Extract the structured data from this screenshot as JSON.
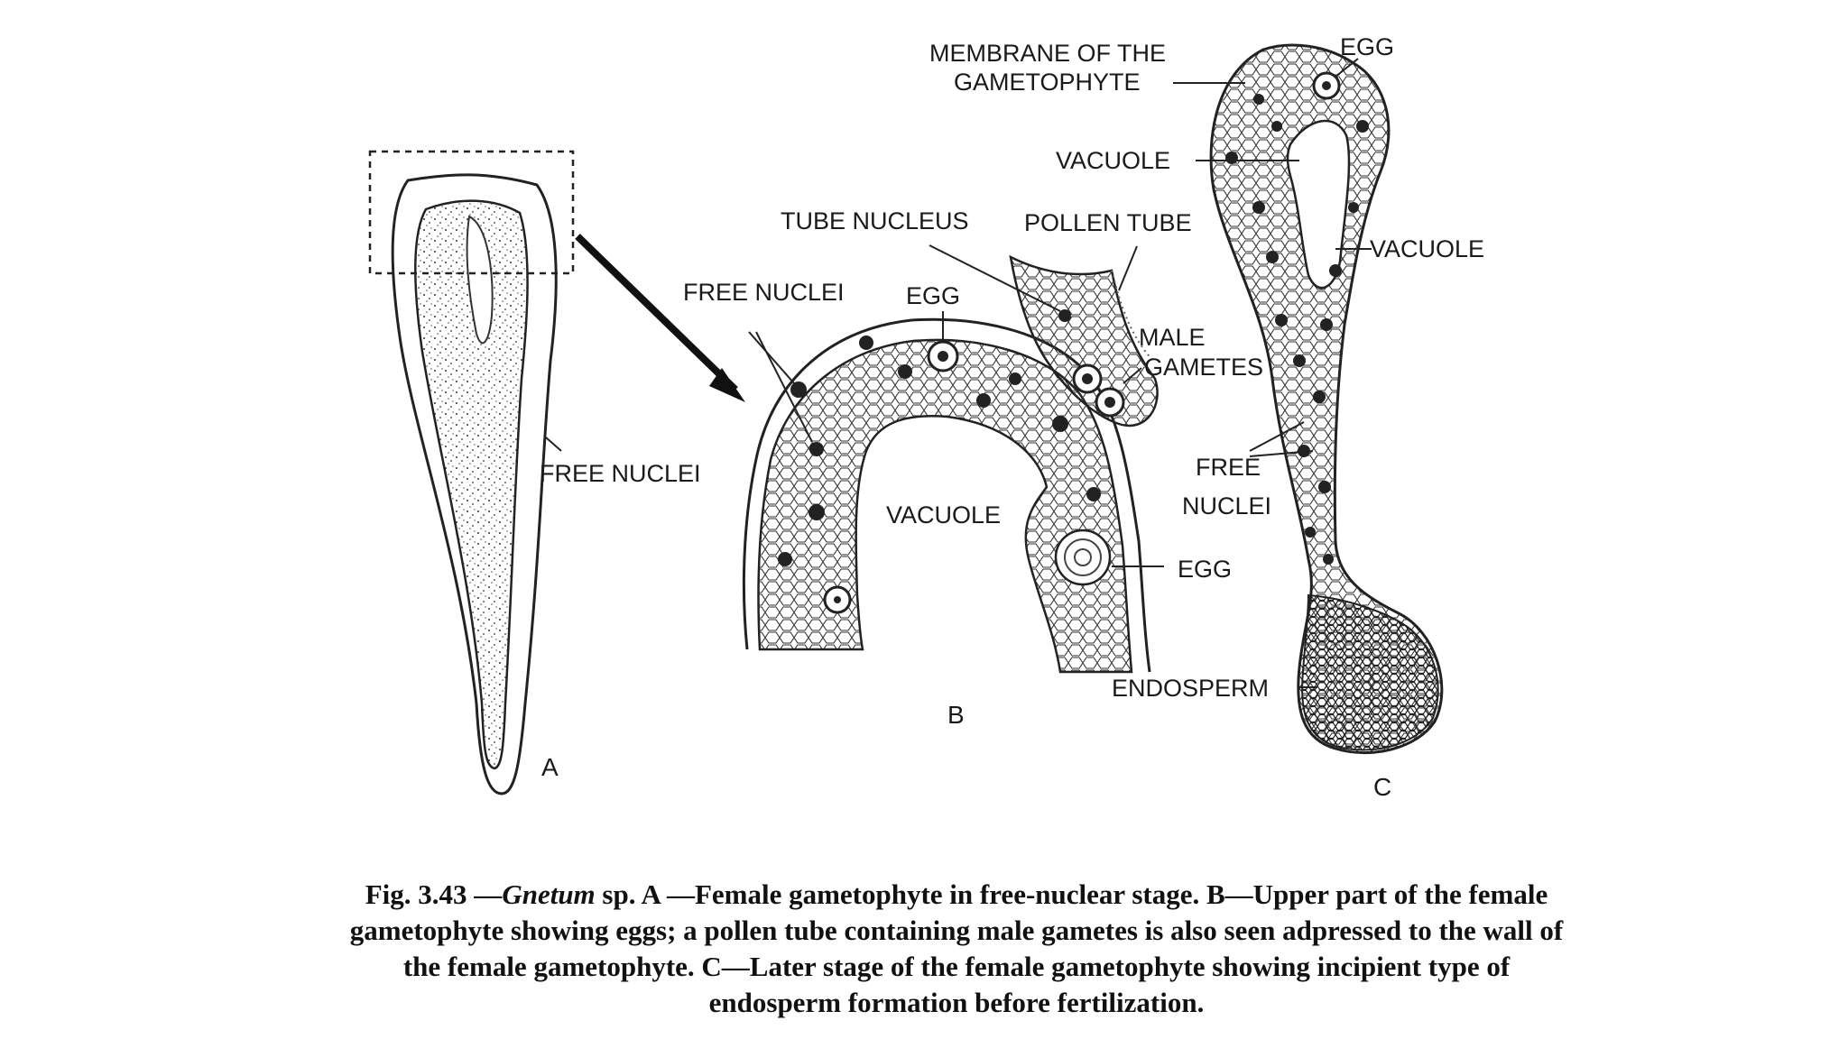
{
  "figure": {
    "panels": {
      "a": "A",
      "b": "B",
      "c": "C"
    },
    "labels": {
      "a_free_nuclei": "FREE NUCLEI",
      "b_free_nuclei": "FREE NUCLEI",
      "b_egg_top": "EGG",
      "b_tube_nucleus": "TUBE NUCLEUS",
      "b_pollen_tube": "POLLEN TUBE",
      "b_male_line1": "MALE",
      "b_male_line2": "GAMETES",
      "b_vacuole": "VACUOLE",
      "b_egg_right": "EGG",
      "c_membrane_line1": "MEMBRANE OF THE",
      "c_membrane_line2": "GAMETOPHYTE",
      "c_egg": "EGG",
      "c_vacuole_left": "VACUOLE",
      "c_vacuole_right": "VACUOLE",
      "c_free_line1": "FREE",
      "c_free_line2": "NUCLEI",
      "c_endosperm": "ENDOSPERM"
    },
    "caption": {
      "fig_number": "Fig. 3.43 —",
      "genus": "Gnetum",
      "text": " sp. A —Female gametophyte in free-nuclear stage. B—Upper part of the female gametophyte showing eggs; a pollen tube containing male gametes is also seen adpressed to the wall of the female gametophyte. C—Later stage of the female gametophyte showing incipient type of endosperm formation before fertilization."
    }
  }
}
